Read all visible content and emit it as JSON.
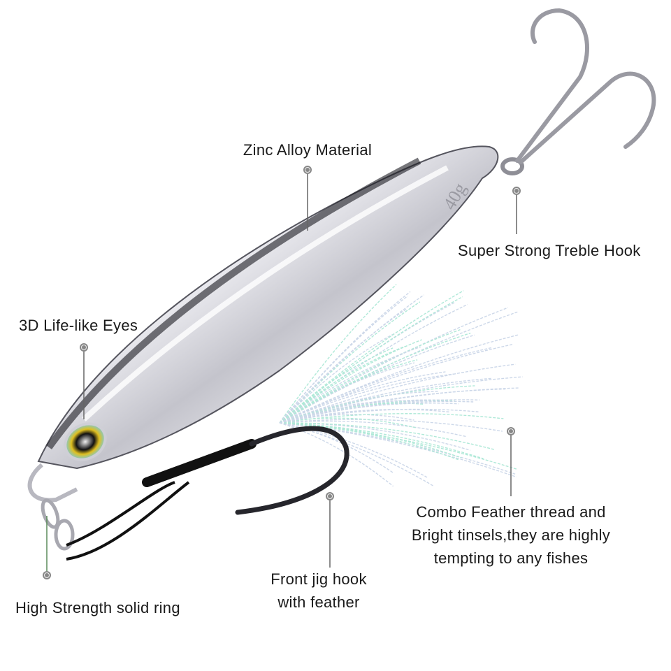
{
  "product": {
    "engraving": "40g",
    "colors": {
      "body": "#c9c9d2",
      "dark": "#1b1b22",
      "line": "#666666",
      "tinsel": "#9fe0d8"
    }
  },
  "callouts": {
    "zinc": "Zinc Alloy Material",
    "treble": "Super Strong Treble Hook",
    "eyes": "3D Life-like Eyes",
    "feather": [
      "Combo Feather thread and",
      "Bright tinsels,they are highly",
      "tempting to any fishes"
    ],
    "jig": [
      "Front jig hook",
      "with feather"
    ],
    "ring": "High Strength solid ring"
  }
}
